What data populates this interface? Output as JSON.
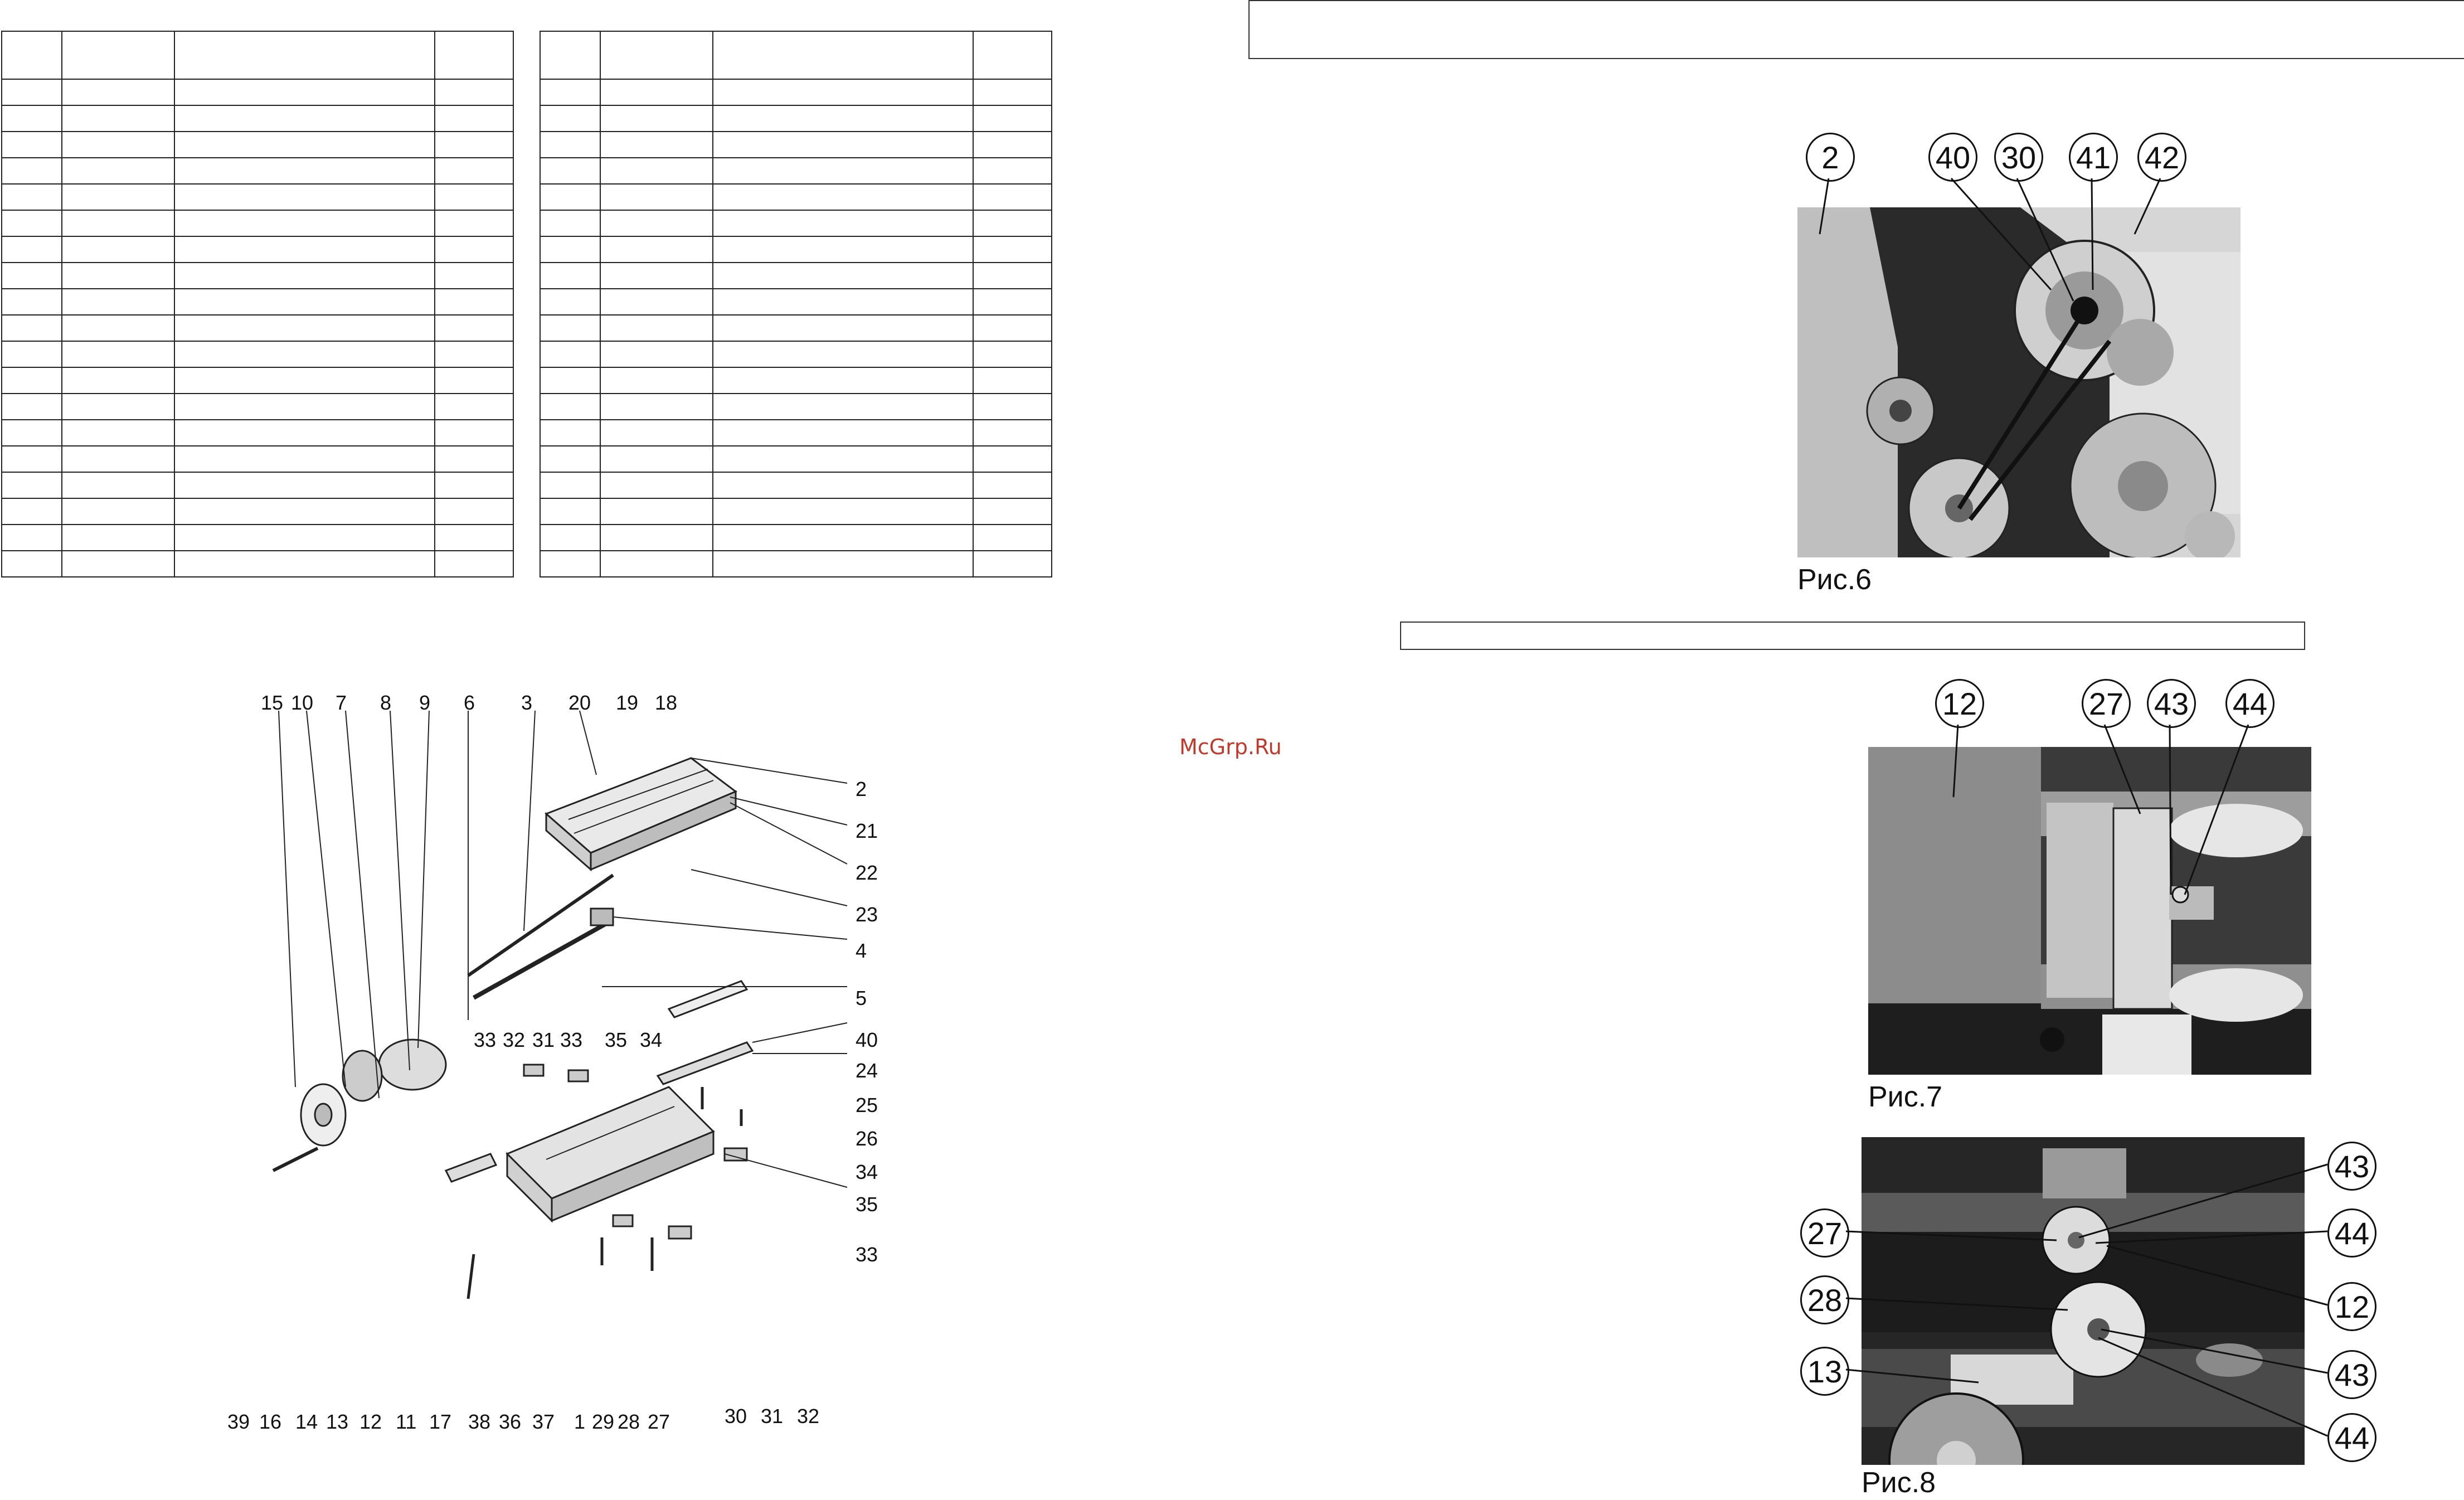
{
  "tables": {
    "left": {
      "rows": 20,
      "cols": 4
    },
    "right": {
      "rows": 20,
      "cols": 4
    }
  },
  "watermark": "McGrp.Ru",
  "figures": {
    "fig6": {
      "caption": "Рис.6",
      "callouts": [
        "2",
        "40",
        "30",
        "41",
        "42"
      ]
    },
    "fig7": {
      "caption": "Рис.7",
      "callouts": [
        "12",
        "27",
        "43",
        "44"
      ]
    },
    "fig8": {
      "caption": "Рис.8",
      "callouts": [
        "43",
        "27",
        "44",
        "28",
        "12",
        "43",
        "13",
        "44"
      ]
    }
  },
  "exploded_diagram": {
    "labels": [
      "15",
      "10",
      "7",
      "8",
      "9",
      "6",
      "3",
      "20",
      "19",
      "18",
      "2",
      "21",
      "22",
      "23",
      "4",
      "5",
      "40",
      "24",
      "25",
      "26",
      "34",
      "35",
      "33",
      "33",
      "32",
      "31",
      "33",
      "35",
      "34",
      "39",
      "16",
      "14",
      "13",
      "12",
      "11",
      "17",
      "38",
      "36",
      "37",
      "1",
      "29",
      "28",
      "27",
      "30",
      "31",
      "32"
    ]
  },
  "colors": {
    "photo_dark": "#2a2a2a",
    "photo_mid": "#8c8c8c",
    "photo_light": "#cfcfcf",
    "watermark": "#c0392b"
  }
}
